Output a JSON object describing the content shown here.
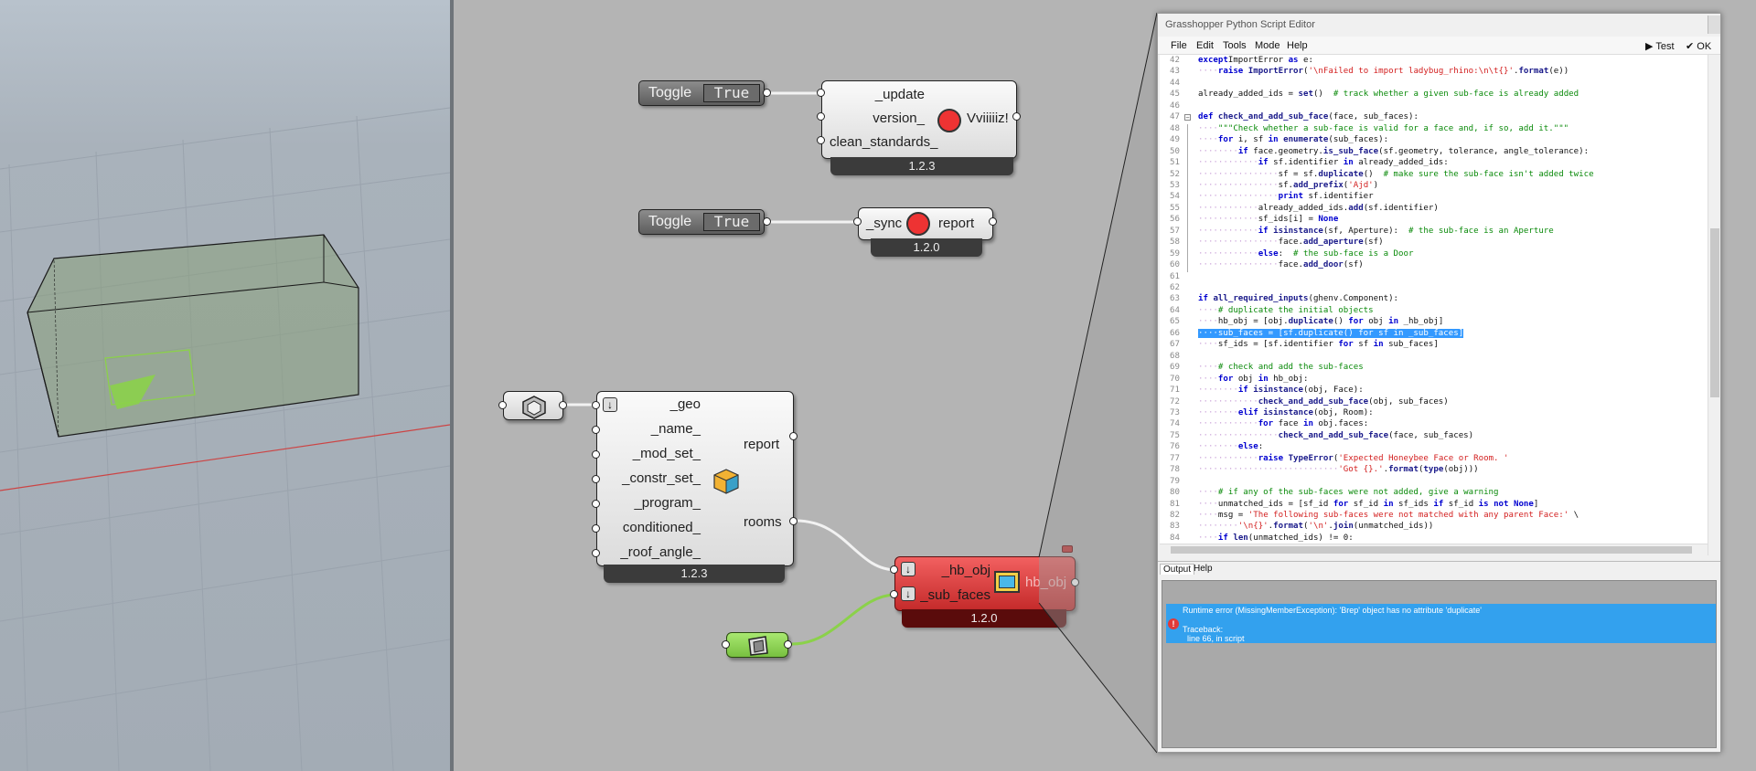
{
  "editor": {
    "title": "Grasshopper Python Script Editor",
    "menus": [
      "File",
      "Edit",
      "Tools",
      "Mode",
      "Help"
    ],
    "test_label": "Test",
    "ok_label": "OK",
    "tabs": [
      "Output",
      "Help"
    ],
    "error": {
      "message": "Runtime error (MissingMemberException): 'Brep' object has no attribute 'duplicate'",
      "traceback_label": "Traceback:",
      "traceback_line": "line 66, in script"
    },
    "code": [
      {
        "n": "42",
        "i": 0,
        "t": [
          [
            "kw",
            "except"
          ],
          [
            "",
            "ImportError "
          ],
          [
            "kw",
            "as"
          ],
          [
            "",
            " e:"
          ]
        ]
      },
      {
        "n": "43",
        "i": 1,
        "t": [
          [
            "kw",
            "raise"
          ],
          [
            "",
            " "
          ],
          [
            "bi",
            "ImportError"
          ],
          [
            "",
            "("
          ],
          [
            "st",
            "'\\nFailed to import ladybug_rhino:\\n\\t{}'"
          ],
          [
            "",
            "."
          ],
          [
            "bi",
            "format"
          ],
          [
            "",
            "(e))"
          ]
        ]
      },
      {
        "n": "44",
        "i": 0,
        "t": []
      },
      {
        "n": "45",
        "i": 0,
        "t": [
          [
            "",
            "already_added_ids = "
          ],
          [
            "bi",
            "set"
          ],
          [
            "",
            "()  "
          ],
          [
            "cm",
            "# track whether a given sub-face is already added"
          ]
        ]
      },
      {
        "n": "46",
        "i": 0,
        "t": []
      },
      {
        "n": "47",
        "i": 0,
        "t": [
          [
            "kw",
            "def"
          ],
          [
            "",
            " "
          ],
          [
            "bi",
            "check_and_add_sub_face"
          ],
          [
            "",
            "(face, sub_faces):"
          ]
        ]
      },
      {
        "n": "48",
        "i": 1,
        "t": [
          [
            "cm",
            "\"\"\"Check whether a sub-face is valid for a face and, if so, add it.\"\"\""
          ]
        ]
      },
      {
        "n": "49",
        "i": 1,
        "t": [
          [
            "kw",
            "for"
          ],
          [
            "",
            " i, sf "
          ],
          [
            "kw",
            "in"
          ],
          [
            "",
            " "
          ],
          [
            "bi",
            "enumerate"
          ],
          [
            "",
            "(sub_faces):"
          ]
        ]
      },
      {
        "n": "50",
        "i": 2,
        "t": [
          [
            "kw",
            "if"
          ],
          [
            "",
            " face.geometry."
          ],
          [
            "bi",
            "is_sub_face"
          ],
          [
            "",
            "(sf.geometry, tolerance, angle_tolerance):"
          ]
        ]
      },
      {
        "n": "51",
        "i": 3,
        "t": [
          [
            "kw",
            "if"
          ],
          [
            "",
            " sf.identifier "
          ],
          [
            "kw",
            "in"
          ],
          [
            "",
            " already_added_ids:"
          ]
        ]
      },
      {
        "n": "52",
        "i": 4,
        "t": [
          [
            "",
            "sf = sf."
          ],
          [
            "bi",
            "duplicate"
          ],
          [
            "",
            "()  "
          ],
          [
            "cm",
            "# make sure the sub-face isn't added twice"
          ]
        ]
      },
      {
        "n": "53",
        "i": 4,
        "t": [
          [
            "",
            "sf."
          ],
          [
            "bi",
            "add_prefix"
          ],
          [
            "",
            "("
          ],
          [
            "st",
            "'Ajd'"
          ],
          [
            "",
            ")"
          ]
        ]
      },
      {
        "n": "54",
        "i": 4,
        "t": [
          [
            "kw",
            "print"
          ],
          [
            "",
            " sf.identifier"
          ]
        ]
      },
      {
        "n": "55",
        "i": 3,
        "t": [
          [
            "",
            "already_added_ids."
          ],
          [
            "bi",
            "add"
          ],
          [
            "",
            "(sf.identifier)"
          ]
        ]
      },
      {
        "n": "56",
        "i": 3,
        "t": [
          [
            "",
            "sf_ids[i] = "
          ],
          [
            "kw",
            "None"
          ]
        ]
      },
      {
        "n": "57",
        "i": 3,
        "t": [
          [
            "kw",
            "if"
          ],
          [
            "",
            " "
          ],
          [
            "bi",
            "isinstance"
          ],
          [
            "",
            "(sf, Aperture):  "
          ],
          [
            "cm",
            "# the sub-face is an Aperture"
          ]
        ]
      },
      {
        "n": "58",
        "i": 4,
        "t": [
          [
            "",
            "face."
          ],
          [
            "bi",
            "add_aperture"
          ],
          [
            "",
            "(sf)"
          ]
        ]
      },
      {
        "n": "59",
        "i": 3,
        "t": [
          [
            "kw",
            "else"
          ],
          [
            "",
            ":  "
          ],
          [
            "cm",
            "# the sub-face is a Door"
          ]
        ]
      },
      {
        "n": "60",
        "i": 4,
        "t": [
          [
            "",
            "face."
          ],
          [
            "bi",
            "add_door"
          ],
          [
            "",
            "(sf)"
          ]
        ]
      },
      {
        "n": "61",
        "i": 0,
        "t": []
      },
      {
        "n": "62",
        "i": 0,
        "t": []
      },
      {
        "n": "63",
        "i": 0,
        "t": [
          [
            "kw",
            "if"
          ],
          [
            "",
            " "
          ],
          [
            "bi",
            "all_required_inputs"
          ],
          [
            "",
            "(ghenv.Component):"
          ]
        ]
      },
      {
        "n": "64",
        "i": 1,
        "t": [
          [
            "cm",
            "# duplicate the initial objects"
          ]
        ]
      },
      {
        "n": "65",
        "i": 1,
        "t": [
          [
            "",
            "hb_obj = [obj."
          ],
          [
            "bi",
            "duplicate"
          ],
          [
            "",
            "() "
          ],
          [
            "kw",
            "for"
          ],
          [
            "",
            " obj "
          ],
          [
            "kw",
            "in"
          ],
          [
            "",
            " _hb_obj]"
          ]
        ]
      },
      {
        "n": "66",
        "i": 1,
        "sel": true,
        "t": [
          [
            "",
            "sub_faces = [sf.duplicate() for sf in _sub_faces]"
          ]
        ]
      },
      {
        "n": "67",
        "i": 1,
        "t": [
          [
            "",
            "sf_ids = [sf.identifier "
          ],
          [
            "kw",
            "for"
          ],
          [
            "",
            " sf "
          ],
          [
            "kw",
            "in"
          ],
          [
            "",
            " sub_faces]"
          ]
        ]
      },
      {
        "n": "68",
        "i": 0,
        "t": []
      },
      {
        "n": "69",
        "i": 1,
        "t": [
          [
            "cm",
            "# check and add the sub-faces"
          ]
        ]
      },
      {
        "n": "70",
        "i": 1,
        "t": [
          [
            "kw",
            "for"
          ],
          [
            "",
            " obj "
          ],
          [
            "kw",
            "in"
          ],
          [
            "",
            " hb_obj:"
          ]
        ]
      },
      {
        "n": "71",
        "i": 2,
        "t": [
          [
            "kw",
            "if"
          ],
          [
            "",
            " "
          ],
          [
            "bi",
            "isinstance"
          ],
          [
            "",
            "(obj, Face):"
          ]
        ]
      },
      {
        "n": "72",
        "i": 3,
        "t": [
          [
            "bi",
            "check_and_add_sub_face"
          ],
          [
            "",
            "(obj, sub_faces)"
          ]
        ]
      },
      {
        "n": "73",
        "i": 2,
        "t": [
          [
            "kw",
            "elif"
          ],
          [
            "",
            " "
          ],
          [
            "bi",
            "isinstance"
          ],
          [
            "",
            "(obj, Room):"
          ]
        ]
      },
      {
        "n": "74",
        "i": 3,
        "t": [
          [
            "kw",
            "for"
          ],
          [
            "",
            " face "
          ],
          [
            "kw",
            "in"
          ],
          [
            "",
            " obj.faces:"
          ]
        ]
      },
      {
        "n": "75",
        "i": 4,
        "t": [
          [
            "bi",
            "check_and_add_sub_face"
          ],
          [
            "",
            "(face, sub_faces)"
          ]
        ]
      },
      {
        "n": "76",
        "i": 2,
        "t": [
          [
            "kw",
            "else"
          ],
          [
            "",
            ":"
          ]
        ]
      },
      {
        "n": "77",
        "i": 3,
        "t": [
          [
            "kw",
            "raise"
          ],
          [
            "",
            " "
          ],
          [
            "bi",
            "TypeError"
          ],
          [
            "",
            "("
          ],
          [
            "st",
            "'Expected Honeybee Face or Room. '"
          ]
        ]
      },
      {
        "n": "78",
        "i": 7,
        "t": [
          [
            "st",
            "'Got {}.'"
          ],
          [
            "",
            "."
          ],
          [
            "bi",
            "format"
          ],
          [
            "",
            "("
          ],
          [
            "bi",
            "type"
          ],
          [
            "",
            "(obj)))"
          ]
        ]
      },
      {
        "n": "79",
        "i": 0,
        "t": []
      },
      {
        "n": "80",
        "i": 1,
        "t": [
          [
            "cm",
            "# if any of the sub-faces were not added, give a warning"
          ]
        ]
      },
      {
        "n": "81",
        "i": 1,
        "t": [
          [
            "",
            "unmatched_ids = [sf_id "
          ],
          [
            "kw",
            "for"
          ],
          [
            "",
            " sf_id "
          ],
          [
            "kw",
            "in"
          ],
          [
            "",
            " sf_ids "
          ],
          [
            "kw",
            "if"
          ],
          [
            "",
            " sf_id "
          ],
          [
            "kw",
            "is not None"
          ],
          [
            "",
            "]"
          ]
        ]
      },
      {
        "n": "82",
        "i": 1,
        "t": [
          [
            "",
            "msg = "
          ],
          [
            "st",
            "'The following sub-faces were not matched with any parent Face:'"
          ],
          [
            "",
            " \\"
          ]
        ]
      },
      {
        "n": "83",
        "i": 2,
        "t": [
          [
            "st",
            "'\\n{}'"
          ],
          [
            "",
            "."
          ],
          [
            "bi",
            "format"
          ],
          [
            "",
            "("
          ],
          [
            "st",
            "'\\n'"
          ],
          [
            "",
            "."
          ],
          [
            "bi",
            "join"
          ],
          [
            "",
            "(unmatched_ids))"
          ]
        ]
      },
      {
        "n": "84",
        "i": 1,
        "t": [
          [
            "kw",
            "if"
          ],
          [
            "",
            " "
          ],
          [
            "bi",
            "len"
          ],
          [
            "",
            "(unmatched_ids) != 0:"
          ]
        ]
      }
    ]
  },
  "components": {
    "toggle1": {
      "label": "Toggle",
      "value": "True"
    },
    "toggle2": {
      "label": "Toggle",
      "value": "True"
    },
    "install": {
      "inputs": [
        "_update",
        "version_",
        "clean_standards_"
      ],
      "output": "Vviiiiiz!",
      "version": "1.2.3"
    },
    "sync": {
      "input": "_sync",
      "output": "report",
      "version": "1.2.0"
    },
    "fromsolid": {
      "inputs": [
        "_geo",
        "_name_",
        "_mod_set_",
        "_constr_set_",
        "_program_",
        "conditioned_",
        "_roof_angle_"
      ],
      "outputs": [
        "report",
        "rooms"
      ],
      "version": "1.2.3"
    },
    "addsub": {
      "inputs": [
        "_hb_obj",
        "_sub_faces"
      ],
      "output": "hb_obj",
      "version": "1.2.0"
    }
  },
  "colors": {
    "error_red": "#e03a3a",
    "selection_blue": "#3399ff",
    "geometry_green": "#8bd14a"
  }
}
